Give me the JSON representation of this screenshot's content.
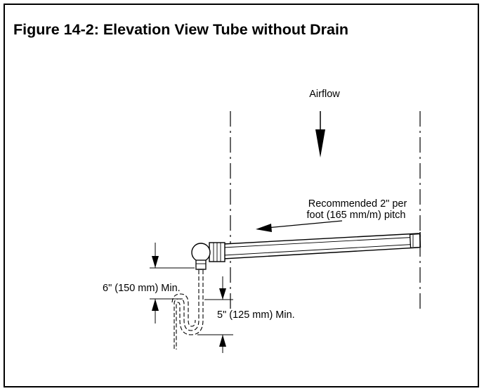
{
  "figure": {
    "title": "Figure 14-2:  Elevation View Tube without Drain"
  },
  "labels": {
    "airflow": "Airflow",
    "pitch_line1": "Recommended 2\" per",
    "pitch_line2": "foot (165 mm/m) pitch",
    "dim_6in": "6\" (150 mm) Min.",
    "dim_5in": "5\" (125 mm) Min."
  }
}
